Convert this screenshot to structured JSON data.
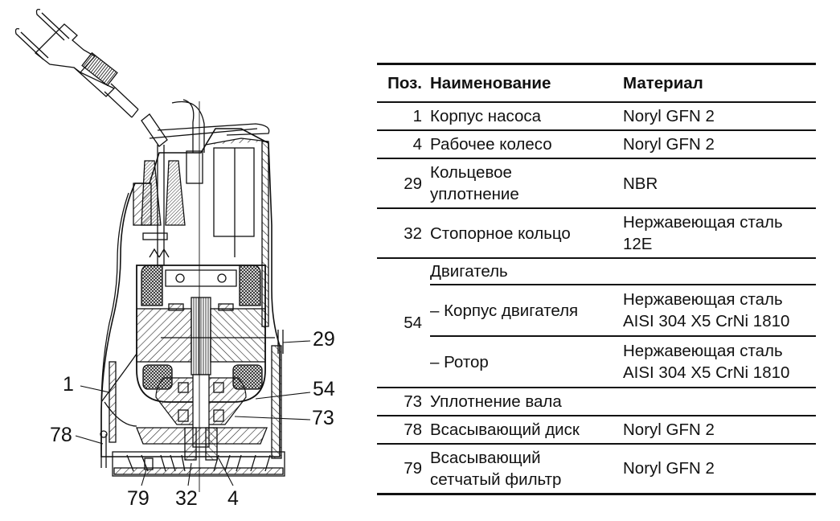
{
  "diagram": {
    "title": "Submersible pump sectional drawing",
    "callouts": [
      {
        "id": "1",
        "label": "1"
      },
      {
        "id": "29",
        "label": "29"
      },
      {
        "id": "54",
        "label": "54"
      },
      {
        "id": "73",
        "label": "73"
      },
      {
        "id": "78",
        "label": "78"
      },
      {
        "id": "79",
        "label": "79"
      },
      {
        "id": "32",
        "label": "32"
      },
      {
        "id": "4",
        "label": "4"
      }
    ]
  },
  "table": {
    "headers": {
      "pos": "Поз.",
      "name": "Наименование",
      "material": "Материал"
    },
    "rows": [
      {
        "pos": "1",
        "name": "Корпус насоса",
        "material": "Noryl GFN 2"
      },
      {
        "pos": "4",
        "name": "Рабочее колесо",
        "material": "Noryl GFN 2"
      },
      {
        "pos": "29",
        "name_lines": [
          "Кольцевое",
          "уплотнение"
        ],
        "material": "NBR"
      },
      {
        "pos": "32",
        "name": "Стопорное кольцо",
        "material_lines": [
          "Нержавеющая сталь",
          "12E"
        ]
      },
      {
        "pos": "54",
        "name": "Двигатель",
        "sub": [
          {
            "name": "– Корпус двигателя",
            "material_lines": [
              "Нержавеющая сталь",
              "AISI 304 X5 CrNi 1810"
            ]
          },
          {
            "name": "– Ротор",
            "material_lines": [
              "Нержавеющая сталь",
              "AISI 304 X5 CrNi 1810"
            ]
          }
        ]
      },
      {
        "pos": "73",
        "name": "Уплотнение вала",
        "material": ""
      },
      {
        "pos": "78",
        "name": "Всасывающий диск",
        "material": "Noryl GFN 2"
      },
      {
        "pos": "79",
        "name_lines": [
          "Всасывающий",
          "сетчатый фильтр"
        ],
        "material": "Noryl GFN 2"
      }
    ]
  }
}
